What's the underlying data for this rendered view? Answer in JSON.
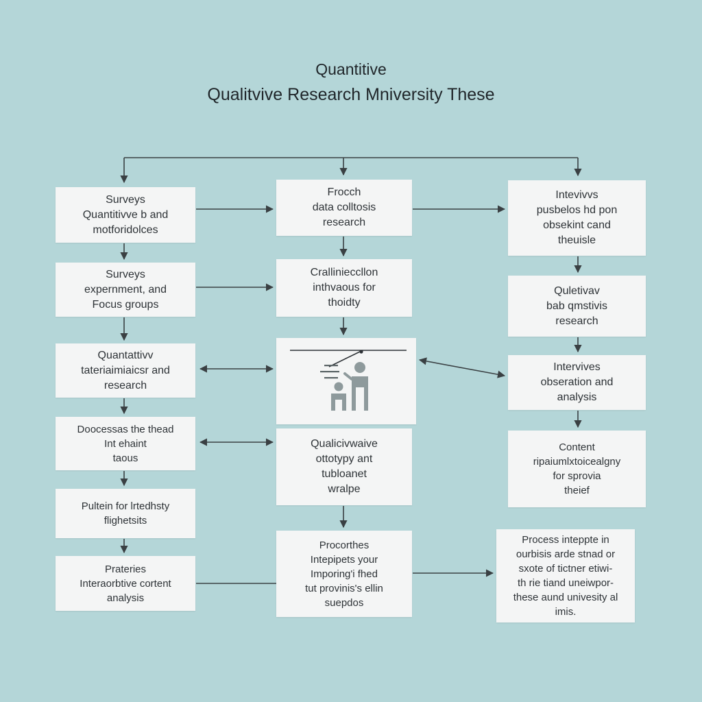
{
  "title": {
    "line1": "Quantitive",
    "line2": "Qualitvive Research Mniversity These"
  },
  "boxes": {
    "left": [
      "Surveys\nQuantitivve b and\nmotforidolces",
      "Surveys\nexpernment, and\nFocus groups",
      "Quantattivv\ntateriaimiaicsr and\nresearch",
      "Doocessas the thead\nInt ehaint\ntaous",
      "Pultein for lrtedhsty\nflighetsits",
      "Prateries\nInteraorbtive cortent\nanalysis"
    ],
    "middle": [
      "Frocch\ndata colltosis\nresearch",
      "Crallinieccllon\ninthvaous for\nthoidty",
      "",
      "Qualicivwaive\nottotypy ant\ntubloanet\nwralpe",
      "Procorthes\nIntepipets your\nImporing'i fhed\ntut provinis's ellin\nsuepdos"
    ],
    "right": [
      "Intevivvs\npusbelos hd pon\nobsekint cand\ntheuisle",
      "Quletivav\nbab qmstivis\nresearch",
      "Intervives\nobseration and\nanalysis",
      "Content\nripaiumlxtoicealgny\nfor sprovia\ntheief",
      "Process inteppte in\nourbisis arde stnad or\nsxote of tictner etiwi-\nth rie tiand uneiwpor-\nthese aund univesity al\nimis."
    ]
  },
  "colors": {
    "background": "#b4d6d8",
    "box": "#f4f5f5",
    "line": "#3a4043",
    "figure": "#8e9a9c"
  }
}
